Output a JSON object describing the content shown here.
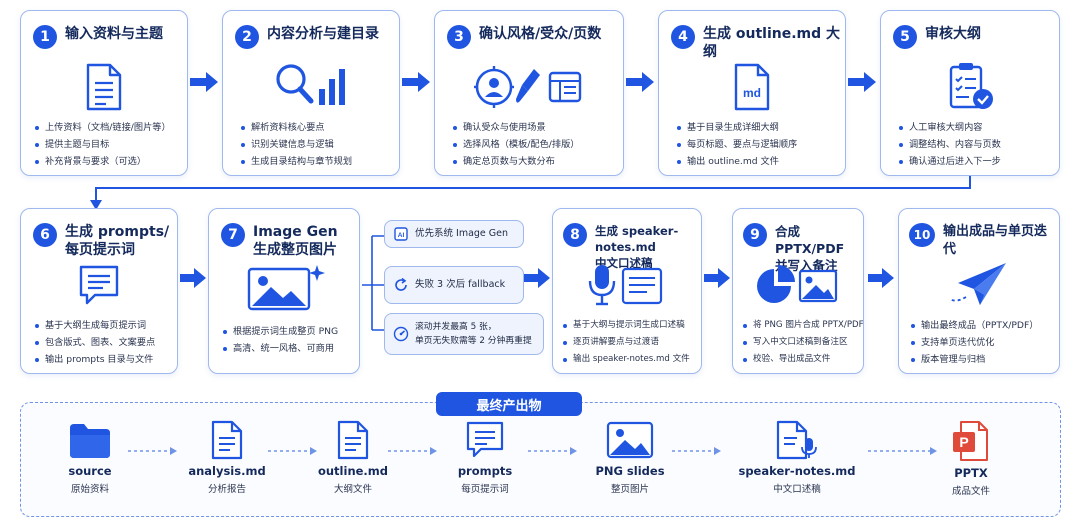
{
  "colors": {
    "primary": "#1f55e0",
    "border": "#9fb8ee",
    "light": "#eef3fd",
    "dark": "#152a5c",
    "red": "#e04a3a"
  },
  "steps": [
    {
      "num": "1",
      "title": "输入资料与主题",
      "icon": "document-icon",
      "bullets": [
        "上传资料（文档/链接/图片等）",
        "提供主题与目标",
        "补充背景与要求（可选）"
      ]
    },
    {
      "num": "2",
      "title": "内容分析与建目录",
      "icon": "search-chart-icon",
      "bullets": [
        "解析资料核心要点",
        "识别关键信息与逻辑",
        "生成目录结构与章节规划"
      ]
    },
    {
      "num": "3",
      "title": "确认风格/受众/页数",
      "icon": "audience-style-icon",
      "bullets": [
        "确认受众与使用场景",
        "选择风格（模板/配色/排版）",
        "确定总页数与大数分布"
      ]
    },
    {
      "num": "4",
      "title": "生成 outline.md 大纲",
      "icon": "md-file-icon",
      "bullets": [
        "基于目录生成详细大纲",
        "每页标题、要点与逻辑顺序",
        "输出 outline.md 文件"
      ]
    },
    {
      "num": "5",
      "title": "审核大纲",
      "icon": "checklist-icon",
      "bullets": [
        "人工审核大纲内容",
        "调整结构、内容与页数",
        "确认通过后进入下一步"
      ]
    },
    {
      "num": "6",
      "title": "生成 prompts/\n每页提示词",
      "icon": "prompt-icon",
      "bullets": [
        "基于大纲生成每页提示词",
        "包含版式、图表、文案要点",
        "输出 prompts 目录与文件"
      ]
    },
    {
      "num": "7",
      "title": "Image Gen\n生成整页图片",
      "icon": "image-icon",
      "bullets": [
        "根据提示词生成整页 PNG",
        "高清、统一风格、可商用"
      ]
    },
    {
      "num": "8",
      "title": "生成 speaker-notes.md\n中文口述稿",
      "icon": "mic-notes-icon",
      "bullets": [
        "基于大纲与提示词生成口述稿",
        "逐页讲解要点与过渡语",
        "输出 speaker-notes.md 文件"
      ]
    },
    {
      "num": "9",
      "title": "合成 PPTX/PDF\n并写入备注",
      "icon": "pie-image-icon",
      "bullets": [
        "将 PNG 图片合成 PPTX/PDF",
        "写入中文口述稿到备注区",
        "校验、导出成品文件"
      ]
    },
    {
      "num": "10",
      "title": "输出成品与单页迭代",
      "icon": "paper-plane-icon",
      "bullets": [
        "输出最终成品（PPTX/PDF）",
        "支持单页迭代优化",
        "版本管理与归档"
      ]
    }
  ],
  "image_gen_options": [
    {
      "icon": "ai-chip-icon",
      "text": "优先系统 Image Gen"
    },
    {
      "icon": "refresh-icon",
      "text": "失败 3 次后 fallback"
    },
    {
      "icon": "gauge-icon",
      "text": "滚动并发最高 5 张，\n单页无失败需等 2 分钟再重提"
    }
  ],
  "final_output": {
    "title": "最终产出物",
    "items": [
      {
        "name": "source",
        "desc": "原始资料",
        "icon": "folder-icon"
      },
      {
        "name": "analysis.md",
        "desc": "分析报告",
        "icon": "document-icon"
      },
      {
        "name": "outline.md",
        "desc": "大纲文件",
        "icon": "document-icon"
      },
      {
        "name": "prompts",
        "desc": "每页提示词",
        "icon": "prompt-icon"
      },
      {
        "name": "PNG slides",
        "desc": "整页图片",
        "icon": "image-icon"
      },
      {
        "name": "speaker-notes.md",
        "desc": "中文口述稿",
        "icon": "mic-notes-icon"
      },
      {
        "name": "PPTX",
        "desc": "成品文件",
        "icon": "pptx-file-icon"
      }
    ]
  }
}
